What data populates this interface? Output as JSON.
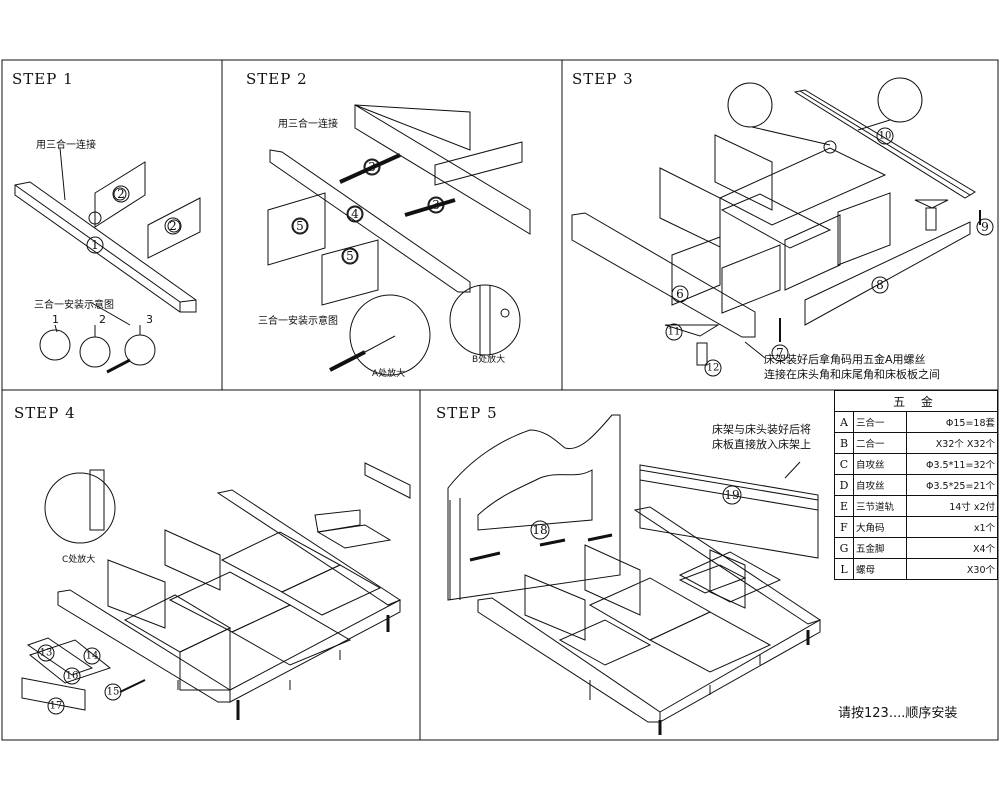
{
  "steps": {
    "s1": "STEP 1",
    "s2": "STEP 2",
    "s3": "STEP 3",
    "s4": "STEP 4",
    "s5": "STEP 5"
  },
  "step1": {
    "connect_label": "用三合一连接",
    "demo_label": "三合一安装示意图",
    "demo_nums": [
      "1",
      "2",
      "3"
    ]
  },
  "step2": {
    "connect_label": "用三合一连接",
    "demo_label": "三合一安装示意图",
    "zoom_a": "A处放大",
    "zoom_b": "B处放大"
  },
  "step3": {
    "note": [
      "床架装好后拿角码用五金A用螺丝",
      "连接在床头角和床尾角和床板板之间"
    ]
  },
  "step4": {
    "zoom_c": "C处放大"
  },
  "step5": {
    "note": [
      "床架与床头装好后将",
      "床板直接放入床架上"
    ],
    "order_note": "请按123....顺序安装"
  },
  "parts": [
    "1",
    "2",
    "3",
    "4",
    "5",
    "6",
    "7",
    "8",
    "9",
    "10",
    "11",
    "12",
    "13",
    "14",
    "15",
    "16",
    "17",
    "18",
    "19"
  ],
  "hardware": {
    "title": "五 金",
    "rows": [
      {
        "code": "A",
        "name": "三合一",
        "spec": "Φ15=18套"
      },
      {
        "code": "B",
        "name": "二合一",
        "spec": "X32个 X32个"
      },
      {
        "code": "C",
        "name": "自攻丝",
        "spec": "Φ3.5*11=32个"
      },
      {
        "code": "D",
        "name": "自攻丝",
        "spec": "Φ3.5*25=21个"
      },
      {
        "code": "E",
        "name": "三节道轨",
        "spec": "14寸 x2付"
      },
      {
        "code": "F",
        "name": "大角码",
        "spec": "x1个"
      },
      {
        "code": "G",
        "name": "五金脚",
        "spec": "X4个"
      },
      {
        "code": "L",
        "name": "螺母",
        "spec": "X30个"
      }
    ]
  }
}
